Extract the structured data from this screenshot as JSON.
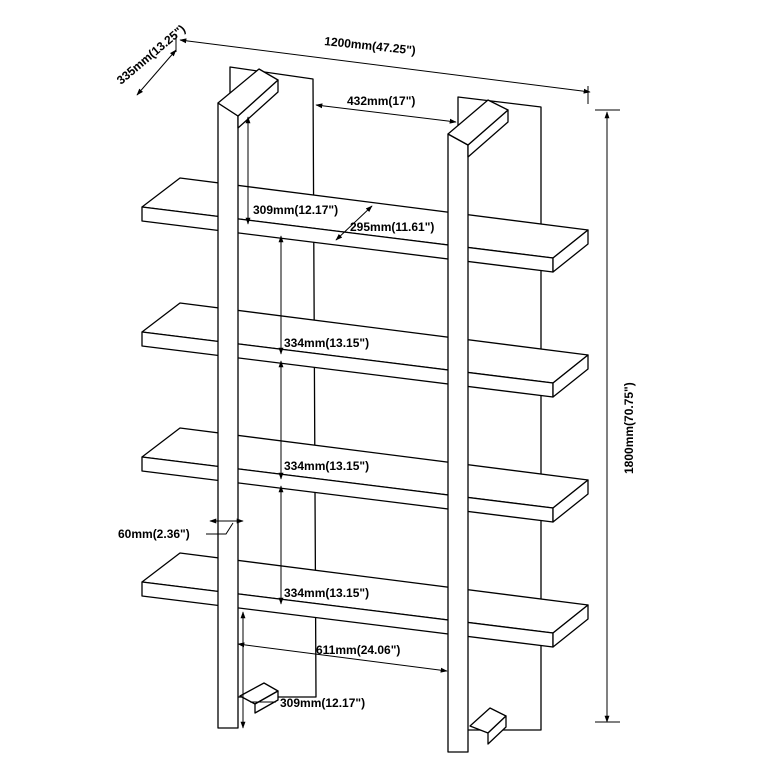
{
  "dimensions": {
    "depth": "335mm(13.25\")",
    "width": "1200mm(47.25\")",
    "height": "1800mm(70.75\")",
    "inner_width": "432mm(17\")",
    "top_gap": "309mm(12.17\")",
    "shelf_depth": "295mm(11.61\")",
    "shelf_gap_1": "334mm(13.15\")",
    "shelf_gap_2": "334mm(13.15\")",
    "shelf_gap_3": "334mm(13.15\")",
    "post_width": "60mm(2.36\")",
    "shelf_span": "611mm(24.06\")",
    "bottom_gap": "309mm(12.17\")"
  }
}
